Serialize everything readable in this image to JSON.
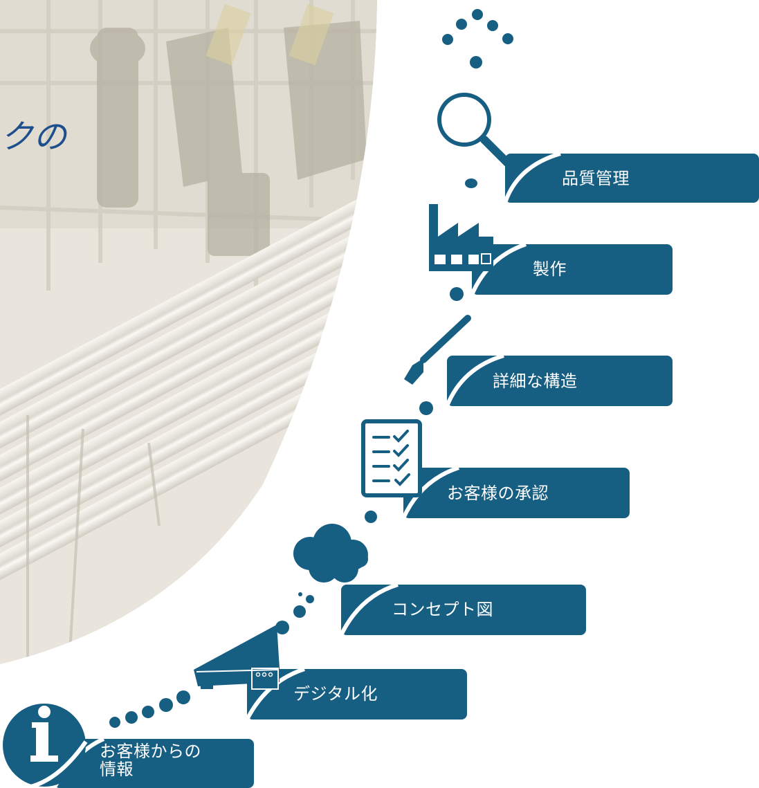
{
  "heading_fragment": "クの",
  "colors": {
    "box": "#175e83",
    "dots": "#175e83",
    "photo_bg": "#d9d4c8"
  },
  "steps": [
    {
      "id": "info",
      "label": "お客様からの\n情報",
      "icon": "info-icon"
    },
    {
      "id": "digitize",
      "label": "デジタル化",
      "icon": "scanner-icon"
    },
    {
      "id": "concept",
      "label": "コンセプト図",
      "icon": "cloud-icon"
    },
    {
      "id": "approval",
      "label": "お客様の承認",
      "icon": "checklist-icon"
    },
    {
      "id": "detail",
      "label": "詳細な構造",
      "icon": "pen-icon"
    },
    {
      "id": "production",
      "label": "製作",
      "icon": "factory-icon"
    },
    {
      "id": "quality",
      "label": "品質管理",
      "icon": "magnifier-icon"
    }
  ]
}
